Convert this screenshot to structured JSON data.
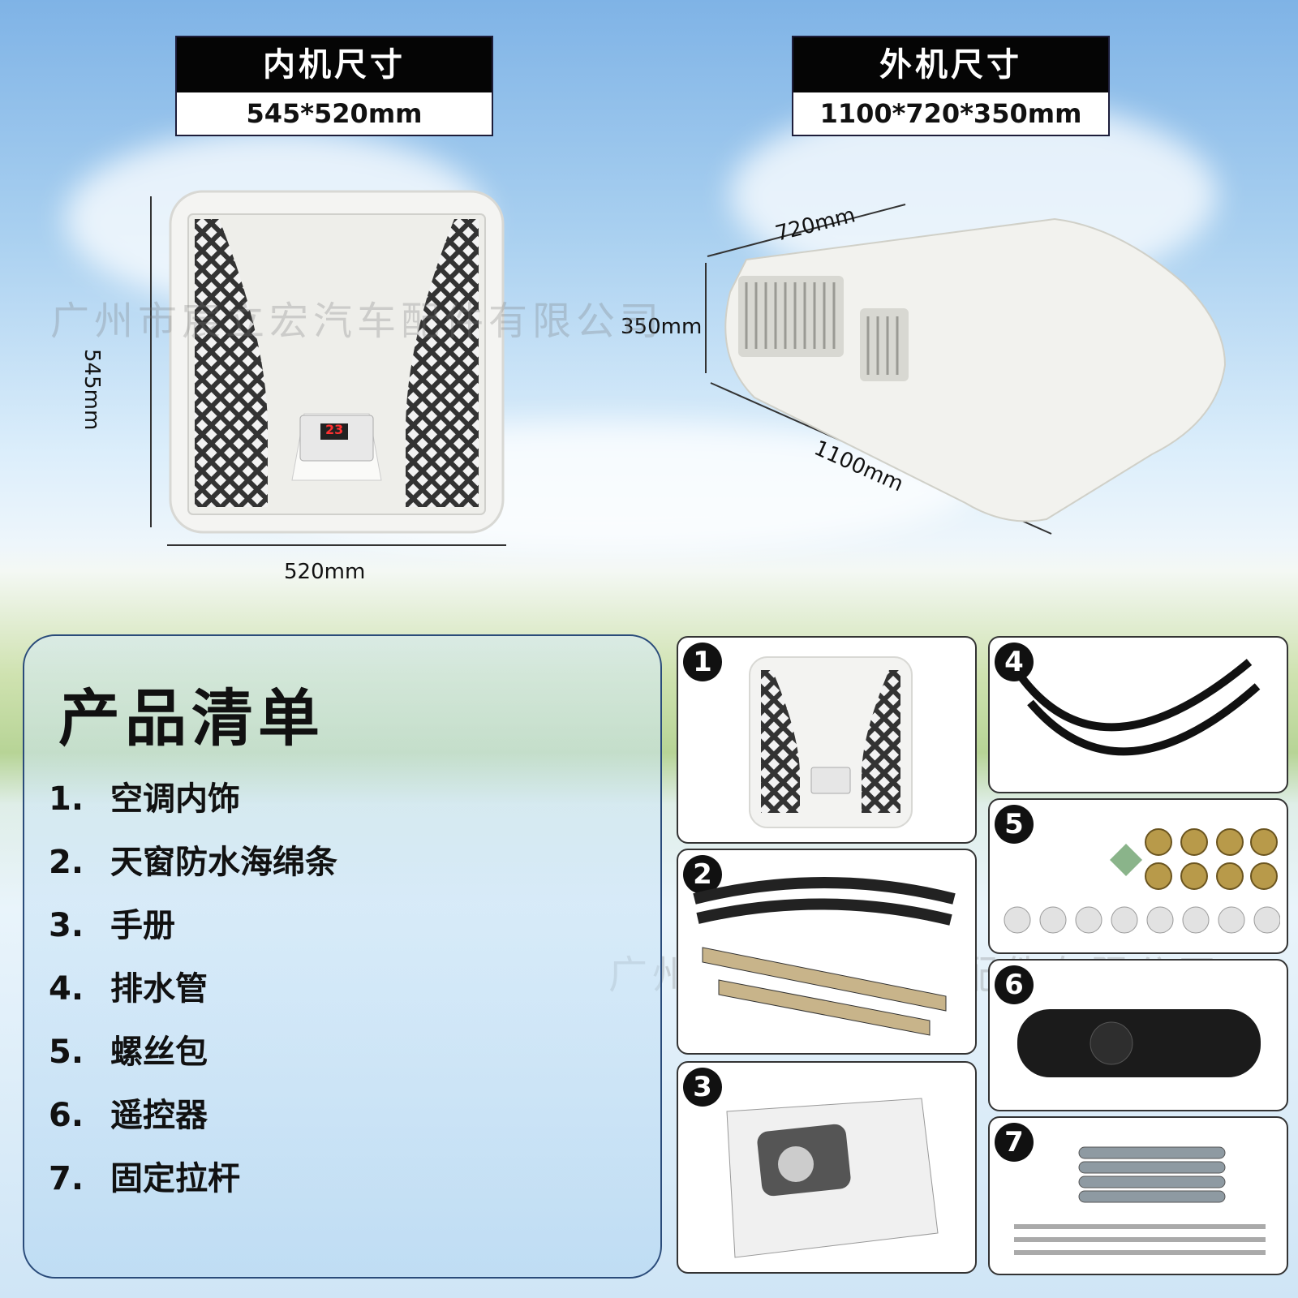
{
  "indoor": {
    "title": "内机尺寸",
    "size": "545*520mm",
    "height_label": "545mm",
    "width_label": "520mm",
    "display": "23"
  },
  "outdoor": {
    "title": "外机尺寸",
    "size": "1100*720*350mm",
    "depth_label": "720mm",
    "height_label": "350mm",
    "length_label": "1100mm"
  },
  "watermark": "广州市宸立宏汽车配件有限公司",
  "list": {
    "title": "产品清单",
    "items": [
      {
        "num": "1.",
        "label": "空调内饰"
      },
      {
        "num": "2.",
        "label": "天窗防水海绵条"
      },
      {
        "num": "3.",
        "label": "手册"
      },
      {
        "num": "4.",
        "label": "排水管"
      },
      {
        "num": "5.",
        "label": "螺丝包"
      },
      {
        "num": "6.",
        "label": "遥控器"
      },
      {
        "num": "7.",
        "label": "固定拉杆"
      }
    ]
  },
  "tiles": [
    {
      "badge": "1"
    },
    {
      "badge": "2"
    },
    {
      "badge": "3"
    },
    {
      "badge": "4"
    },
    {
      "badge": "5"
    },
    {
      "badge": "6"
    },
    {
      "badge": "7"
    }
  ]
}
